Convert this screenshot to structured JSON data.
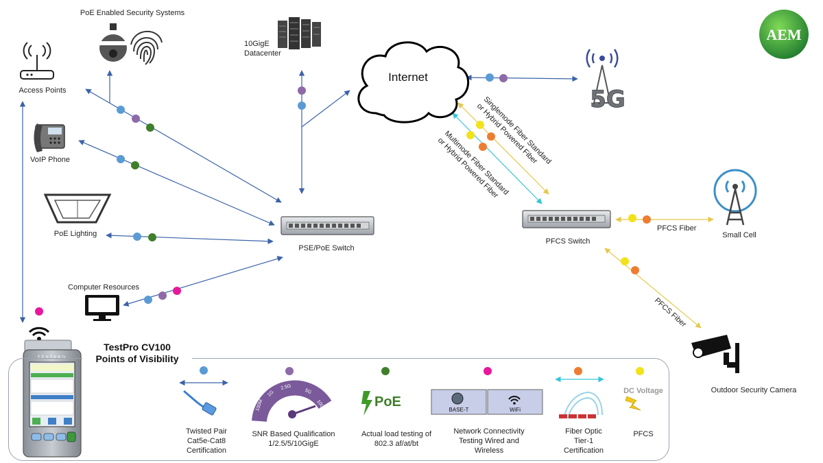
{
  "brand": {
    "logo_text": "AEM",
    "logo_color": "#2e9e3a"
  },
  "colors": {
    "twisted_pair": "#5b9bd5",
    "snr": "#8e6aa8",
    "poe": "#3f7f2a",
    "network": "#e8189a",
    "fiber": "#ed7d31",
    "pfcs": "#f2e21a",
    "link": "#3a63a8",
    "cyan": "#33c6d8"
  },
  "devices": {
    "access_points": "Access Points",
    "poe_security": "PoE Enabled Security Systems",
    "datacenter_line1": "10GigE",
    "datacenter_line2": "Datacenter",
    "internet": "Internet",
    "five_g": "5G",
    "voip_phone": "VoIP Phone",
    "poe_lighting": "PoE Lighting",
    "computer_resources": "Computer Resources",
    "pse_switch": "PSE/PoE Switch",
    "pfcs_switch": "PFCS Switch",
    "small_cell": "Small Cell",
    "outdoor_camera": "Outdoor Security Camera"
  },
  "links": {
    "singlemode_line1": "Singlemode Fiber Standard",
    "singlemode_line2": "or Hybrid Powered Fiber",
    "multimode_line1": "Multimode Fiber Standard",
    "multimode_line2": "or Hybrid Powered Fiber",
    "pfcs_fiber_h": "PFCS Fiber",
    "pfcs_fiber_d": "PFCS Fiber"
  },
  "tester": {
    "title_line1": "TestPro CV100",
    "title_line2": "Points of Visibility",
    "brand_text": "TESTPRO"
  },
  "legend": {
    "twisted_pair": [
      "Twisted Pair",
      "Cat5e-Cat8",
      "Certification"
    ],
    "snr": [
      "SNR Based Qualification",
      "1/2.5/5/10GigE"
    ],
    "snr_gauge": [
      "100M",
      "1G",
      "2.5G",
      "5G",
      "10G"
    ],
    "poe_icon": "PoE",
    "poe": [
      "Actual load testing of",
      "802.3 af/at/bt"
    ],
    "base_t": "BASE-T",
    "wifi": "WiFi",
    "network": [
      "Network Connectivity",
      "Testing Wired and",
      "Wireless"
    ],
    "fiber": [
      "Fiber Optic",
      "Tier-1",
      "Certification"
    ],
    "dc_voltage": "DC Voltage",
    "pfcs": "PFCS"
  }
}
